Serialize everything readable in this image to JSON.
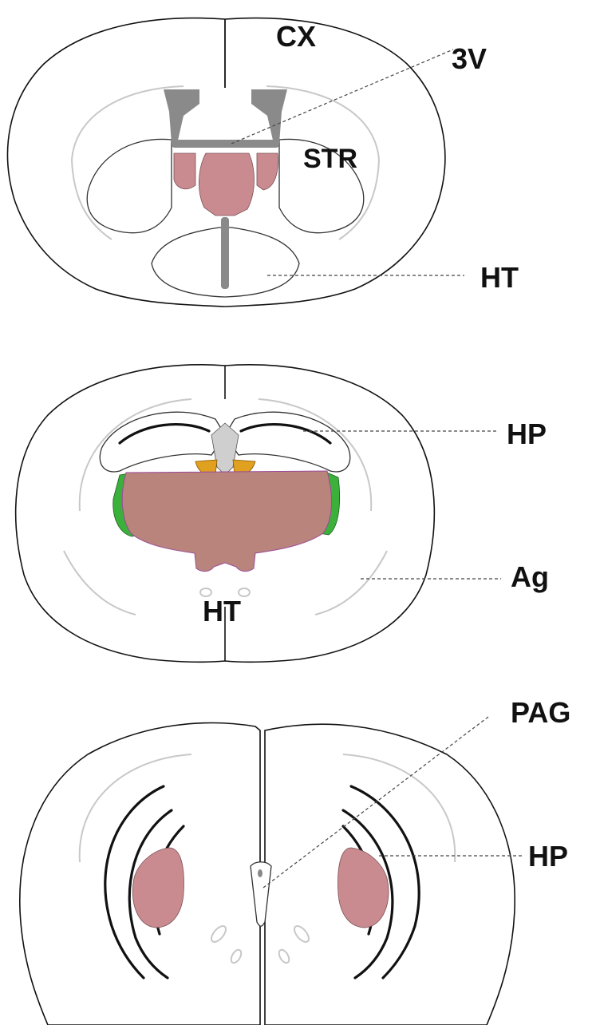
{
  "sections": [
    {
      "labels": {
        "cx": "CX",
        "third_ventricle": "3V",
        "striatum": "STR",
        "hypothalamus": "HT"
      }
    },
    {
      "labels": {
        "hippocampus": "HP",
        "amygdala": "Ag",
        "hypothalamus": "HT"
      }
    },
    {
      "labels": {
        "pag": "PAG",
        "hippocampus": "HP"
      }
    }
  ],
  "colors": {
    "pink_region": "#c98b90",
    "thalamus_region": "#b8847c",
    "green_region": "#3bb03b",
    "orange_region": "#e0a020",
    "ventricle_gray": "#8a8a8a",
    "outline": "#111111"
  }
}
